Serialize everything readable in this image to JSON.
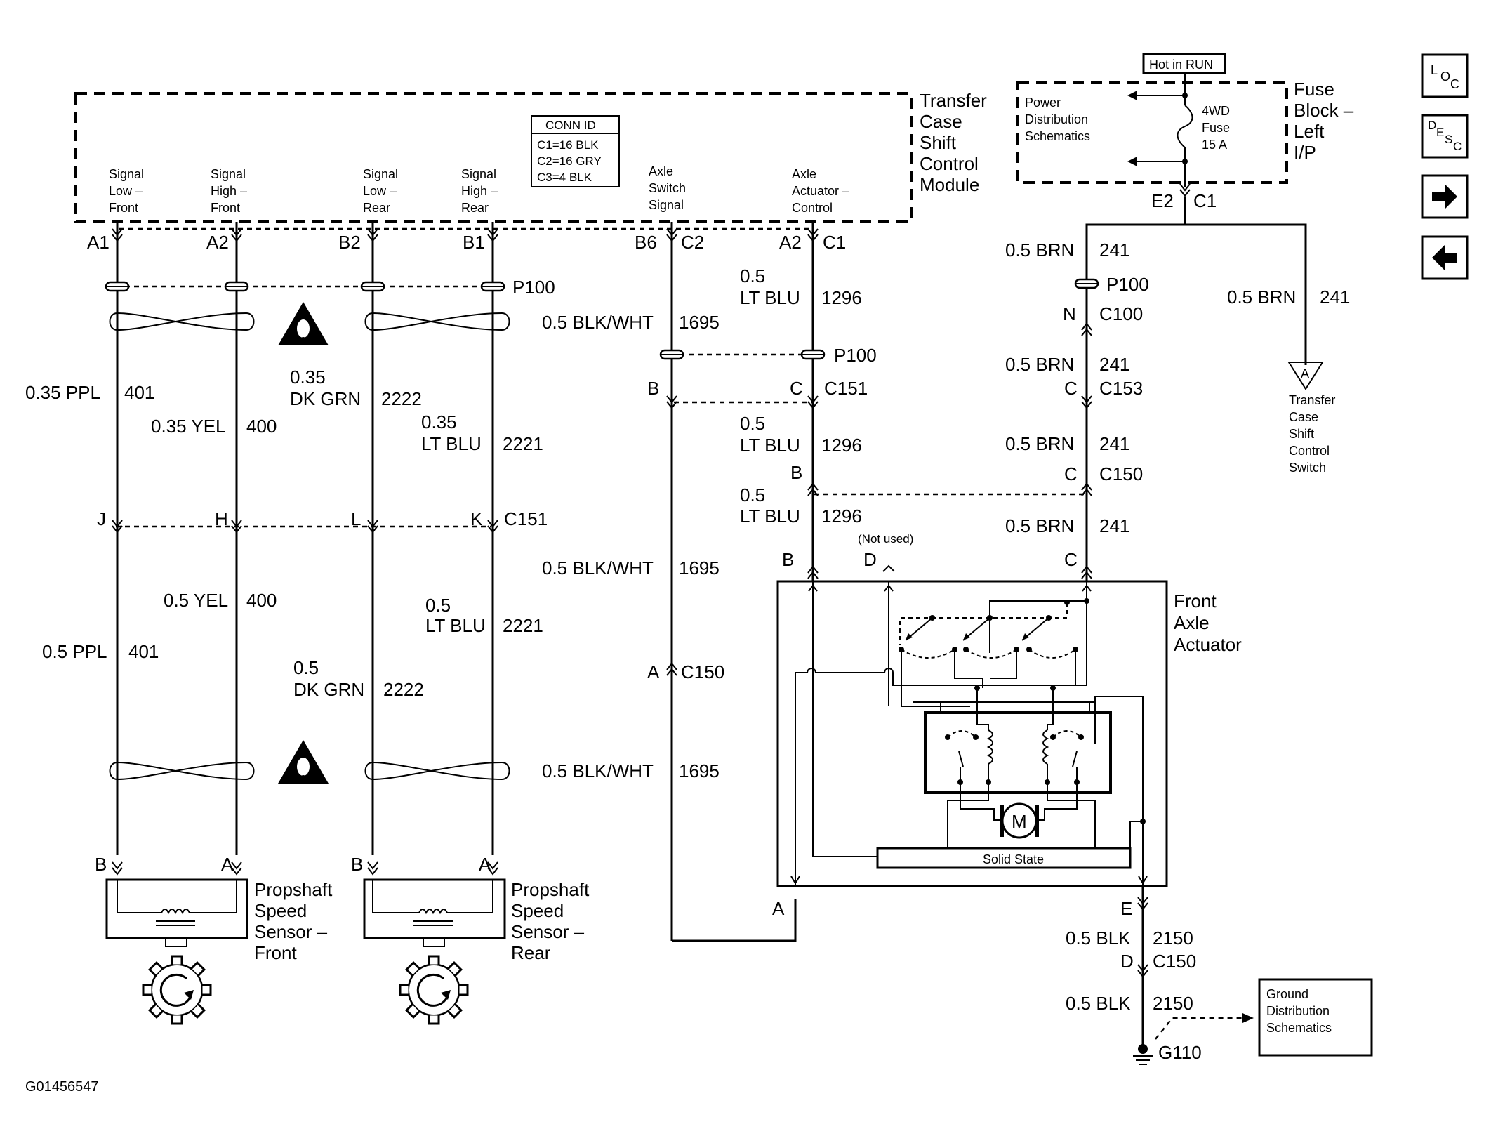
{
  "module": {
    "title": [
      "Transfer",
      "Case",
      "Shift",
      "Control",
      "Module"
    ],
    "pins": [
      [
        "Signal",
        "Low –",
        "Front"
      ],
      [
        "Signal",
        "High –",
        "Front"
      ],
      [
        "Signal",
        "Low –",
        "Rear"
      ],
      [
        "Signal",
        "High –",
        "Rear"
      ],
      [
        "Axle",
        "Switch",
        "Signal"
      ],
      [
        "Axle",
        "Actuator –",
        "Control"
      ]
    ],
    "conn_id": {
      "header": "CONN ID",
      "rows": [
        "C1=16 BLK",
        "C2=16 GRY",
        "C3=4 BLK"
      ]
    }
  },
  "fuse_block": {
    "title": [
      "Fuse",
      "Block –",
      "Left",
      "I/P"
    ],
    "hot_label": "Hot in RUN",
    "power_dist": [
      "Power",
      "Distribution",
      "Schematics"
    ],
    "fuse": [
      "4WD",
      "Fuse",
      "15 A"
    ],
    "e2": "E2",
    "c1": "C1"
  },
  "labels": {
    "A1": "A1",
    "A2": "A2",
    "B2": "B2",
    "B1": "B1",
    "B6": "B6",
    "C2": "C2",
    "A2b": "A2",
    "C1": "C1",
    "P100": "P100",
    "C151": "C151",
    "C150": "C150",
    "C153": "C153",
    "C100": "C100",
    "J": "J",
    "H": "H",
    "L": "L",
    "K": "K",
    "B": "B",
    "C": "C",
    "D": "D",
    "A": "A",
    "N": "N",
    "E": "E",
    "not_used": "(Not used)"
  },
  "wires": {
    "ppl035": "0.35 PPL",
    "n401": "401",
    "yel035": "0.35 YEL",
    "n400": "400",
    "dkgrn035_a": "0.35",
    "dkgrn035_b": "DK GRN",
    "n2222": "2222",
    "ltblu035_a": "0.35",
    "ltblu035_b": "LT BLU",
    "n2221": "2221",
    "blkwht05": "0.5 BLK/WHT",
    "n1695": "1695",
    "ltblu05_a": "0.5",
    "ltblu05_b": "LT BLU",
    "n1296": "1296",
    "brn05": "0.5 BRN",
    "n241": "241",
    "ppl05": "0.5 PPL",
    "yel05": "0.5 YEL",
    "dkgrn05_a": "0.5",
    "dkgrn05_b": "DK GRN",
    "blk05": "0.5 BLK",
    "n2150": "2150"
  },
  "components": {
    "sensor_front": [
      "Propshaft",
      "Speed",
      "Sensor –",
      "Front"
    ],
    "sensor_rear": [
      "Propshaft",
      "Speed",
      "Sensor –",
      "Rear"
    ],
    "actuator": [
      "Front",
      "Axle",
      "Actuator"
    ],
    "motor": "M",
    "solid_state": "Solid State",
    "switch_ref": [
      "Transfer",
      "Case",
      "Shift",
      "Control",
      "Switch"
    ],
    "switch_ref_letter": "A",
    "ground_dist": [
      "Ground",
      "Distribution",
      "Schematics"
    ],
    "ground": "G110"
  },
  "figure_id": "G01456547",
  "nav": {
    "loc": [
      "L",
      "O",
      "C"
    ],
    "desc": [
      "D",
      "E",
      "S",
      "C"
    ],
    "next_icon": "arrow-right-icon",
    "prev_icon": "arrow-left-icon"
  }
}
